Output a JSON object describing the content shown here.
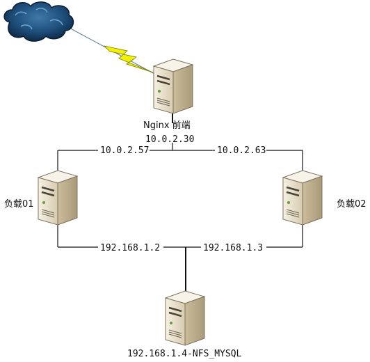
{
  "nodes": {
    "front": {
      "name": "Nginx 前端",
      "ip": "10.0.2.30"
    },
    "lb1": {
      "name": "负载01"
    },
    "lb2": {
      "name": "负载02"
    },
    "storage": {
      "name": "192.168.1.4-NFS_MYSQL"
    }
  },
  "links": {
    "front_lb1": "10.0.2.57",
    "front_lb2": "10.0.2.63",
    "lb1_storage": "192.168.1.2",
    "lb2_storage": "192.168.1.3"
  },
  "icons": {
    "cloud": "cloud-icon",
    "wan": "lightning-bolt-icon",
    "server": "server-icon"
  },
  "colors": {
    "cloud": "#1c3f66",
    "bolt": "#f2f200",
    "server_body": "#e9dfc8"
  }
}
